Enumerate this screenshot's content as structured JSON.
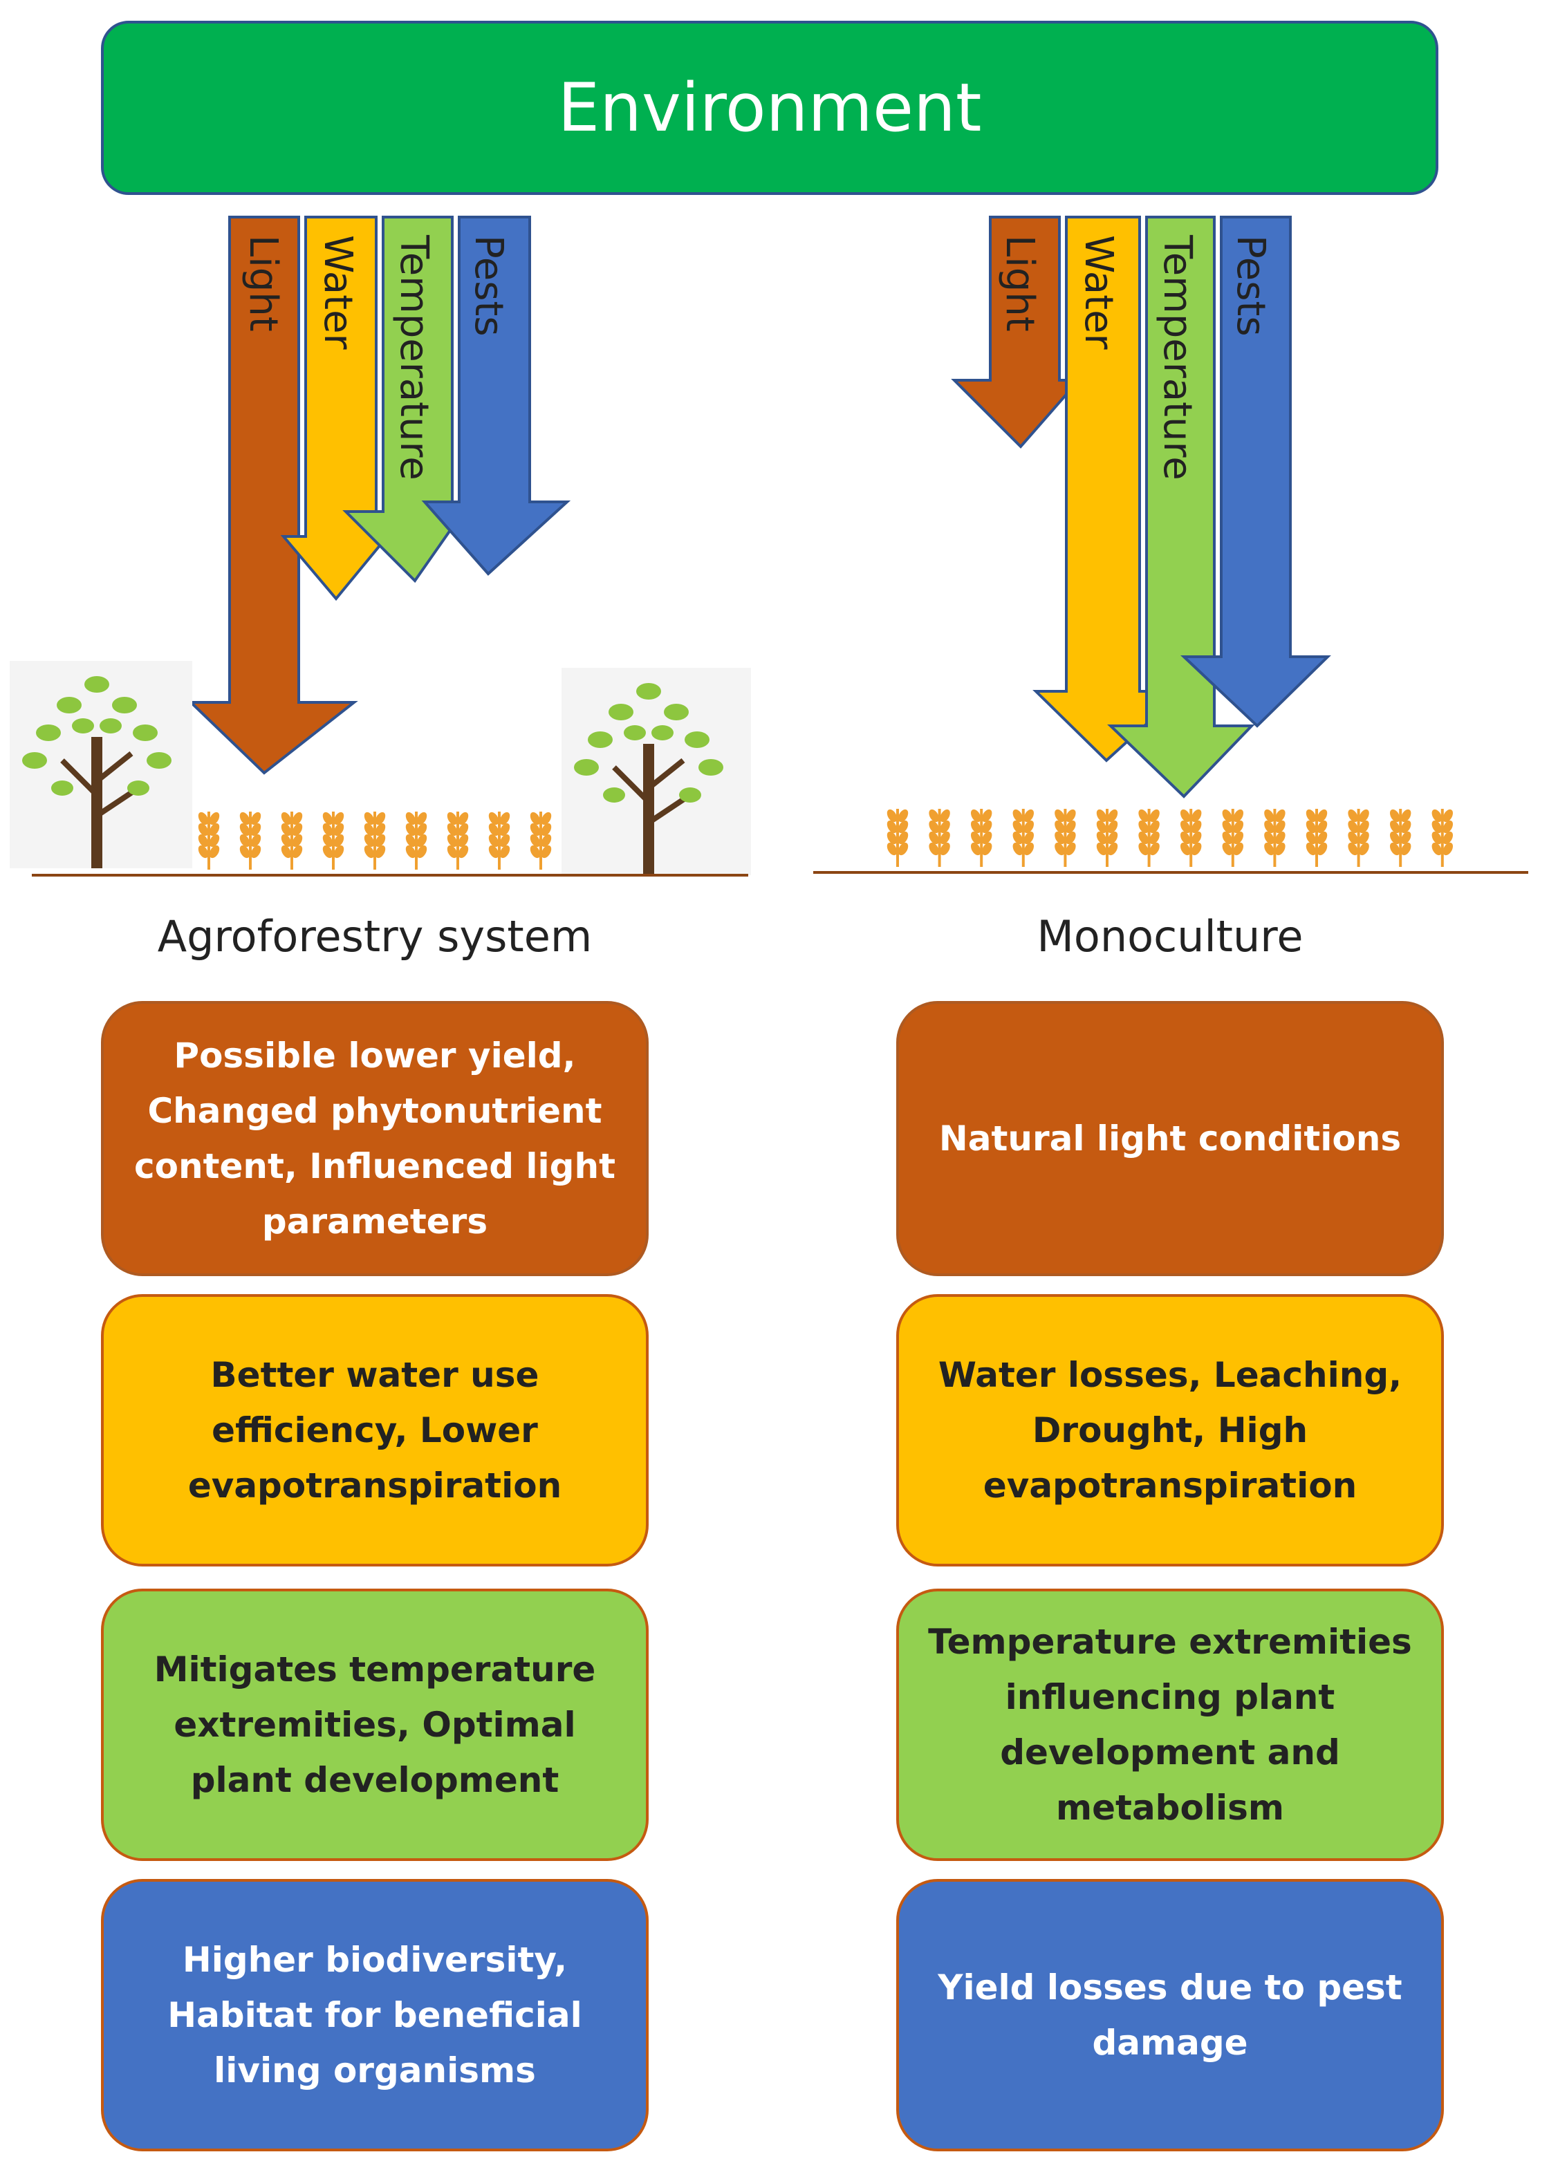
{
  "environment": "Environment",
  "arrows": [
    "Light",
    "Water",
    "Temperature",
    "Pests"
  ],
  "agroforestry": {
    "title": "Agroforestry system",
    "light": "Possible lower yield, Changed phytonutrient content, Influenced light parameters",
    "water": "Better water use efficiency, Lower evapotranspiration",
    "temperature": "Mitigates temperature extremities, Optimal plant development",
    "pests": "Higher biodiversity, Habitat for beneficial living organisms"
  },
  "monoculture": {
    "title": "Monoculture",
    "light": "Natural light conditions",
    "water": "Water losses, Leaching, Drought, High evapotranspiration",
    "temperature": "Temperature extremities influencing plant development and metabolism",
    "pests": "Yield losses due to pest damage"
  },
  "colors": {
    "environment": "#00b050",
    "light": "#c55a11",
    "water": "#ffc000",
    "temperature": "#92d050",
    "pests": "#4472c4"
  }
}
